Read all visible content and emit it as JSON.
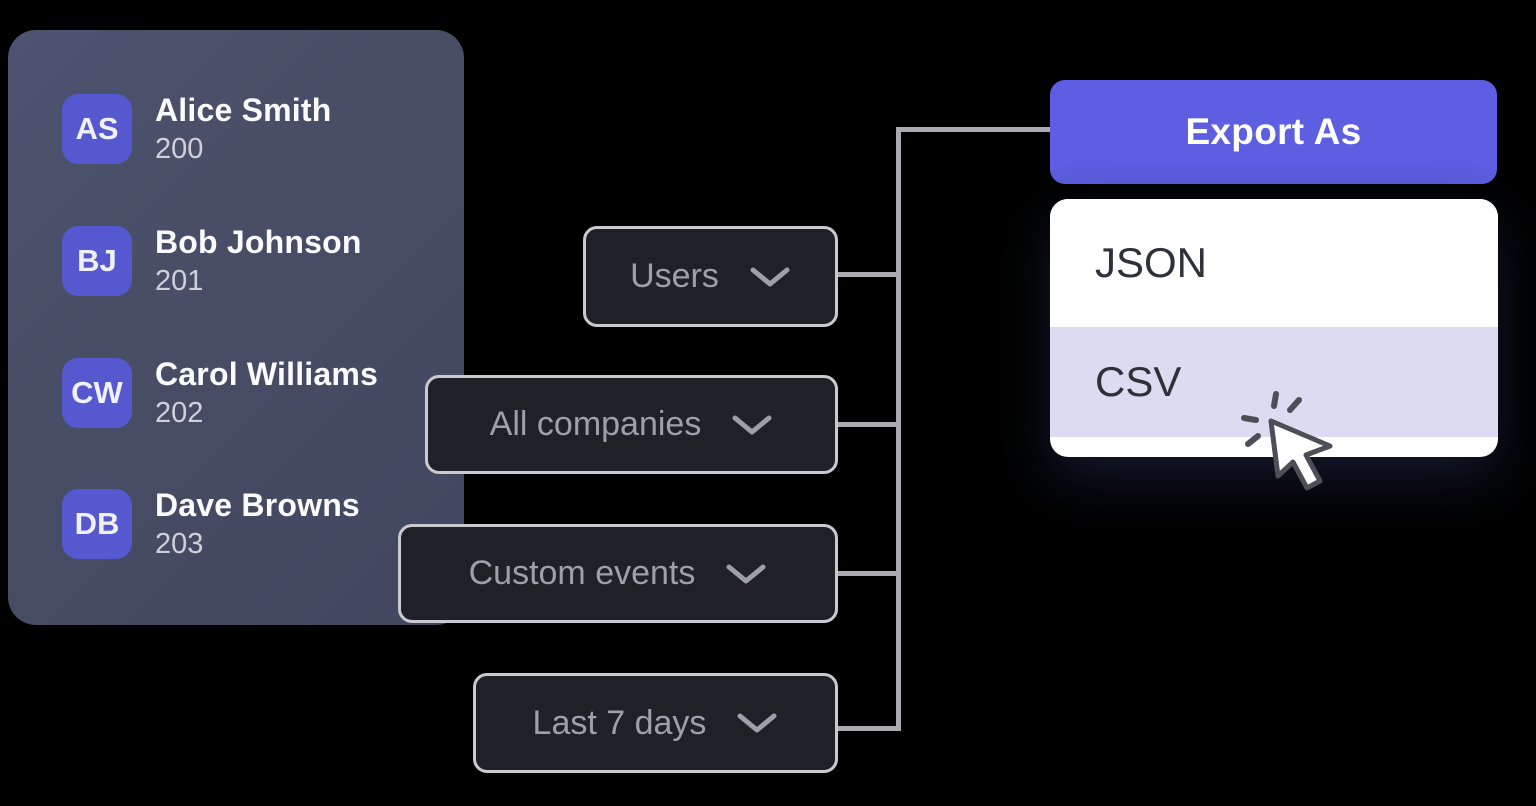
{
  "users_panel": {
    "users": [
      {
        "initials": "AS",
        "name": "Alice Smith",
        "id": "200"
      },
      {
        "initials": "BJ",
        "name": "Bob Johnson",
        "id": "201"
      },
      {
        "initials": "CW",
        "name": "Carol Williams",
        "id": "202"
      },
      {
        "initials": "DB",
        "name": "Dave Browns",
        "id": "203"
      }
    ]
  },
  "filters": [
    {
      "label": "Users"
    },
    {
      "label": "All companies"
    },
    {
      "label": "Custom events"
    },
    {
      "label": "Last 7 days"
    }
  ],
  "export": {
    "button_label": "Export As",
    "options": [
      {
        "label": "JSON",
        "highlighted": false
      },
      {
        "label": "CSV",
        "highlighted": true
      }
    ]
  },
  "icons": {
    "chevron": "chevron-down-icon",
    "cursor": "cursor-click-icon"
  },
  "colors": {
    "accent_purple": "#5d5ee1",
    "avatar_purple": "#5558cf",
    "panel_slate": "#474d64",
    "button_dark": "#1f2127",
    "button_border": "#c9cad0",
    "button_text": "#9da0a9",
    "connector_gray": "#a9abb0",
    "menu_highlight": "#dddbf2",
    "menu_text": "#2f3138"
  }
}
